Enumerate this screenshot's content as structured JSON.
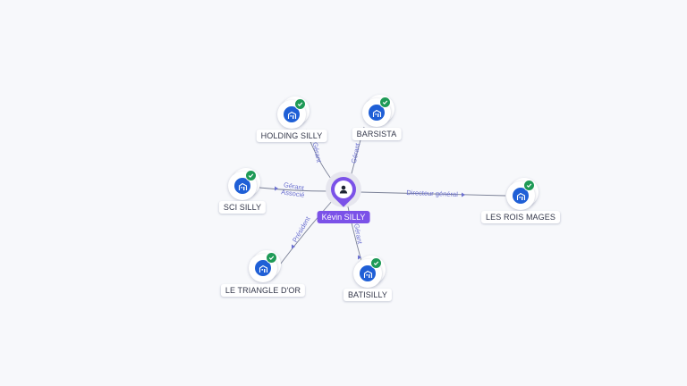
{
  "person": {
    "name": "Kévin SILLY",
    "icon": "person-icon",
    "color": "#7b52e8"
  },
  "companies": [
    {
      "id": "holding",
      "name": "HOLDING SILLY",
      "icon": "company-building-icon",
      "verified": true
    },
    {
      "id": "barsista",
      "name": "BARSISTA",
      "icon": "company-building-icon",
      "verified": true
    },
    {
      "id": "sci",
      "name": "SCI SILLY",
      "icon": "company-building-icon",
      "verified": true
    },
    {
      "id": "rois",
      "name": "LES ROIS MAGES",
      "icon": "company-building-icon",
      "verified": true
    },
    {
      "id": "triangle",
      "name": "LE TRIANGLE D'OR",
      "icon": "company-building-icon",
      "verified": true
    },
    {
      "id": "batisilly",
      "name": "BATISILLY",
      "icon": "company-building-icon",
      "verified": true
    }
  ],
  "relations": [
    {
      "target": "holding",
      "roles": [
        "Gérant"
      ]
    },
    {
      "target": "barsista",
      "roles": [
        "Gérant"
      ]
    },
    {
      "target": "sci",
      "roles": [
        "Gérant",
        "Associé"
      ]
    },
    {
      "target": "rois",
      "roles": [
        "Directeur général"
      ]
    },
    {
      "target": "triangle",
      "roles": [
        "Président"
      ]
    },
    {
      "target": "batisilly",
      "roles": [
        "Gérant"
      ]
    }
  ],
  "colors": {
    "company": "#1f5fd6",
    "verified": "#1f9a57",
    "edge": "#7a8096",
    "edge_label": "#6a6fd0",
    "background": "#f7f8fb"
  }
}
